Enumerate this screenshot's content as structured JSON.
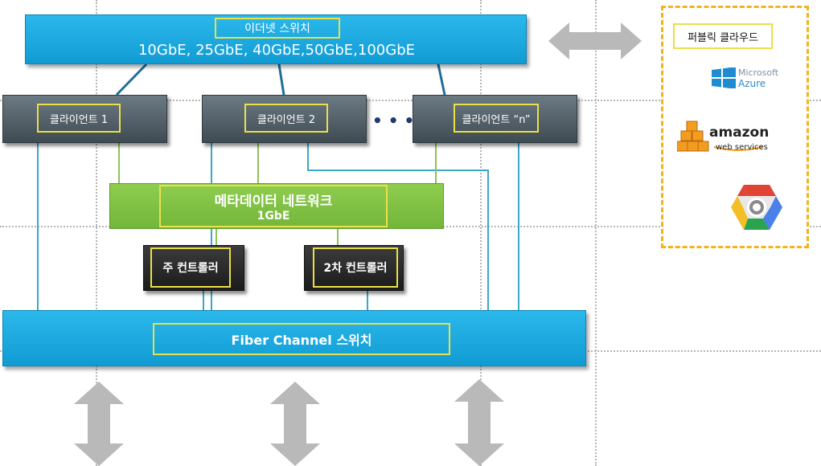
{
  "ethernet_switch": {
    "title": "이더넷 스위치",
    "speeds": "10GbE, 25GbE, 40GbE,50GbE,100GbE"
  },
  "clients": [
    {
      "label": "클라이언트 1"
    },
    {
      "label": "클라이언트 2"
    },
    {
      "label": "클라이언트 “n”"
    }
  ],
  "ellipsis": "• • •",
  "metadata_network": {
    "title": "메타데이터 네트워크",
    "speed": "1GbE"
  },
  "controllers": {
    "primary": "주 컨트롤러",
    "secondary": "2차 컨트롤러"
  },
  "fc_switch": {
    "title": "Fiber Channel 스위치"
  },
  "public_cloud": {
    "title": "퍼블릭 클라우드",
    "azure": {
      "line1": "Microsoft",
      "line2": "Azure"
    },
    "aws": {
      "line1": "amazon",
      "line2": "web services"
    }
  },
  "colors": {
    "switch_blue": "#119bd3",
    "client_gray": "#4f5c64",
    "metadata_green": "#7dc242",
    "controller_black": "#222222",
    "label_border_yellow": "#e9e04a",
    "cloud_border_orange": "#f0b41c",
    "connector_blue": "#3aa7c9",
    "arrow_gray": "#b9b9b9"
  }
}
